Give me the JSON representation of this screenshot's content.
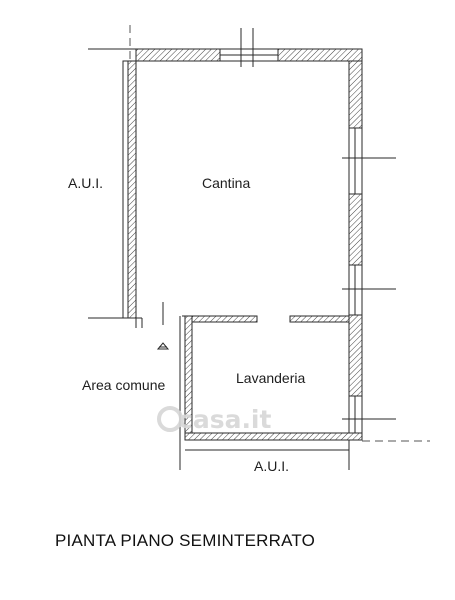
{
  "plan": {
    "rooms": {
      "cantina": "Cantina",
      "lavanderia": "Lavanderia"
    },
    "areas": {
      "aui_left": "A.U.I.",
      "aui_bottom": "A.U.I.",
      "area_comune": "Area comune"
    },
    "watermark": "casa.it",
    "title": "PIANTA PIANO SEMINTERRATO"
  },
  "colors": {
    "wall_line": "#2a2a2a",
    "hatch": "#444444",
    "watermark": "#d6d6d6"
  }
}
